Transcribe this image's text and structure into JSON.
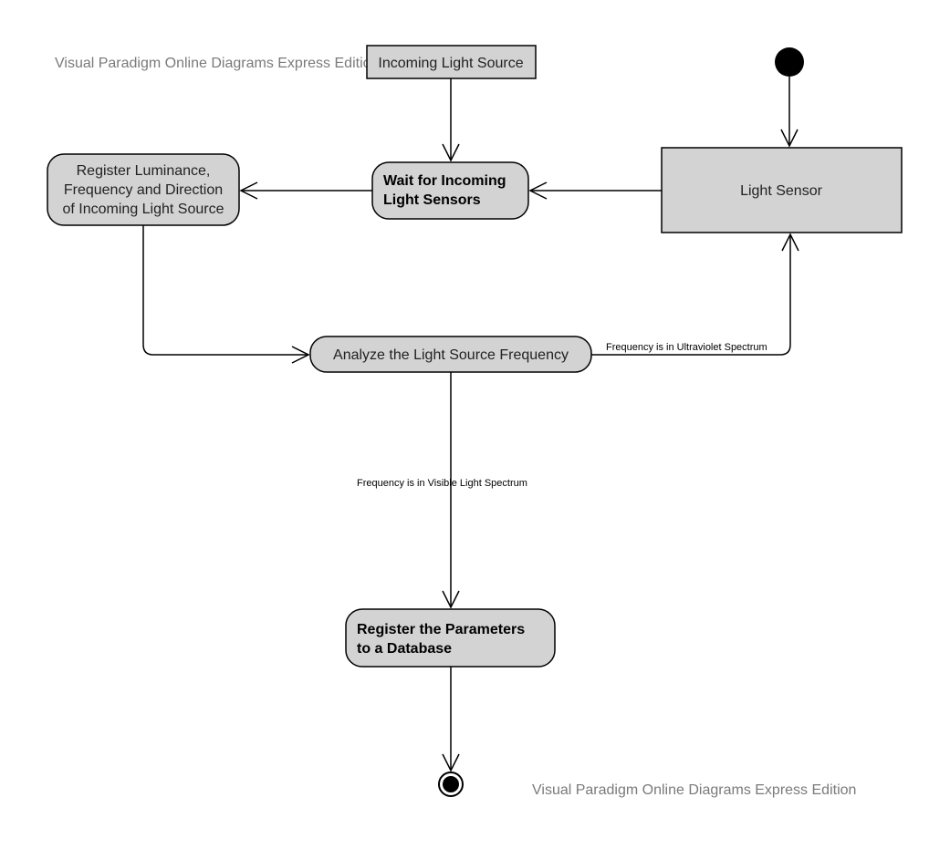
{
  "watermark": {
    "text": "Visual Paradigm Online Diagrams Express Edition"
  },
  "nodes": {
    "incoming_light_source": {
      "label": "Incoming Light Source"
    },
    "light_sensor": {
      "label": "Light Sensor"
    },
    "wait_for_sensors": {
      "lines": [
        "Wait for Incoming",
        "Light Sensors"
      ]
    },
    "register_luminance": {
      "lines": [
        "Register Luminance,",
        "Frequency and Direction",
        "of Incoming Light Source"
      ]
    },
    "analyze_frequency": {
      "label": "Analyze the Light Source Frequency"
    },
    "register_parameters": {
      "lines": [
        "Register the Parameters",
        "to a Database"
      ]
    }
  },
  "edges": {
    "uv_label": "Frequency is in Ultraviolet Spectrum",
    "visible_label": "Frequency is in Visible Light Spectrum"
  },
  "colors": {
    "node_fill": "#d3d3d3",
    "stroke": "#000000",
    "watermark": "#7a7a7a"
  }
}
